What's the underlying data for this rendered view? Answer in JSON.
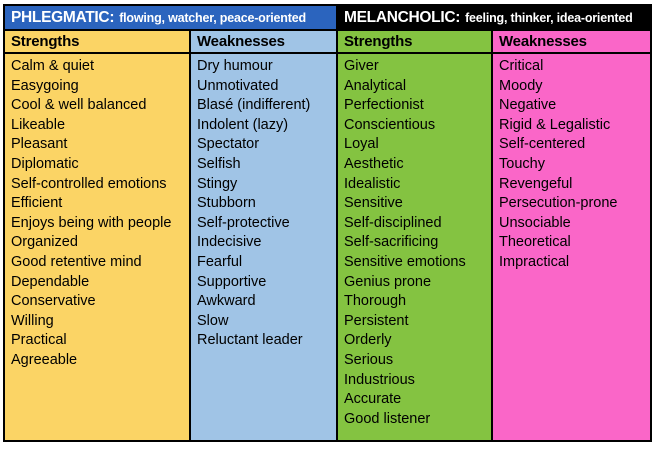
{
  "page": {
    "background": "#ffffff",
    "grid_line_color": "#000000"
  },
  "sections": [
    {
      "title": "PHLEGMATIC:",
      "subtitle": "flowing, watcher, peace-oriented",
      "band_bg": "#2B64BE",
      "band_text_color": "#ffffff",
      "strengths": {
        "header": "Strengths",
        "bg": "#FBD465",
        "items": [
          "Calm & quiet",
          "Easygoing",
          "Cool & well balanced",
          "Likeable",
          "Pleasant",
          "Diplomatic",
          "Self-controlled emotions",
          "Efficient",
          "Enjoys being with people",
          "Organized",
          "Good retentive mind",
          "Dependable",
          "Conservative",
          "Willing",
          "Practical",
          "Agreeable"
        ]
      },
      "weaknesses": {
        "header": "Weaknesses",
        "bg": "#A0C4E6",
        "items": [
          "Dry humour",
          "Unmotivated",
          "Blasé (indifferent)",
          "Indolent (lazy)",
          "Spectator",
          "Selfish",
          "Stingy",
          "Stubborn",
          "Self-protective",
          "Indecisive",
          "Fearful",
          "Supportive",
          "Awkward",
          "Slow",
          "Reluctant leader"
        ]
      }
    },
    {
      "title": "MELANCHOLIC:",
      "subtitle": "feeling, thinker, idea-oriented",
      "band_bg": "#000000",
      "band_text_color": "#ffffff",
      "strengths": {
        "header": "Strengths",
        "bg": "#84C341",
        "items": [
          "Giver",
          "Analytical",
          "Perfectionist",
          "Conscientious",
          "Loyal",
          "Aesthetic",
          "Idealistic",
          "Sensitive",
          "Self-disciplined",
          "Self-sacrificing",
          "Sensitive emotions",
          "Genius prone",
          "Thorough",
          "Persistent",
          "Orderly",
          "Serious",
          "Industrious",
          "Accurate",
          "Good listener"
        ]
      },
      "weaknesses": {
        "header": "Weaknesses",
        "bg": "#FA66C8",
        "items": [
          "Critical",
          "Moody",
          "Negative",
          "Rigid & Legalistic",
          "Self-centered",
          "Touchy",
          "Revengeful",
          "Persecution-prone",
          "Unsociable",
          "Theoretical",
          "Impractical"
        ]
      }
    }
  ]
}
